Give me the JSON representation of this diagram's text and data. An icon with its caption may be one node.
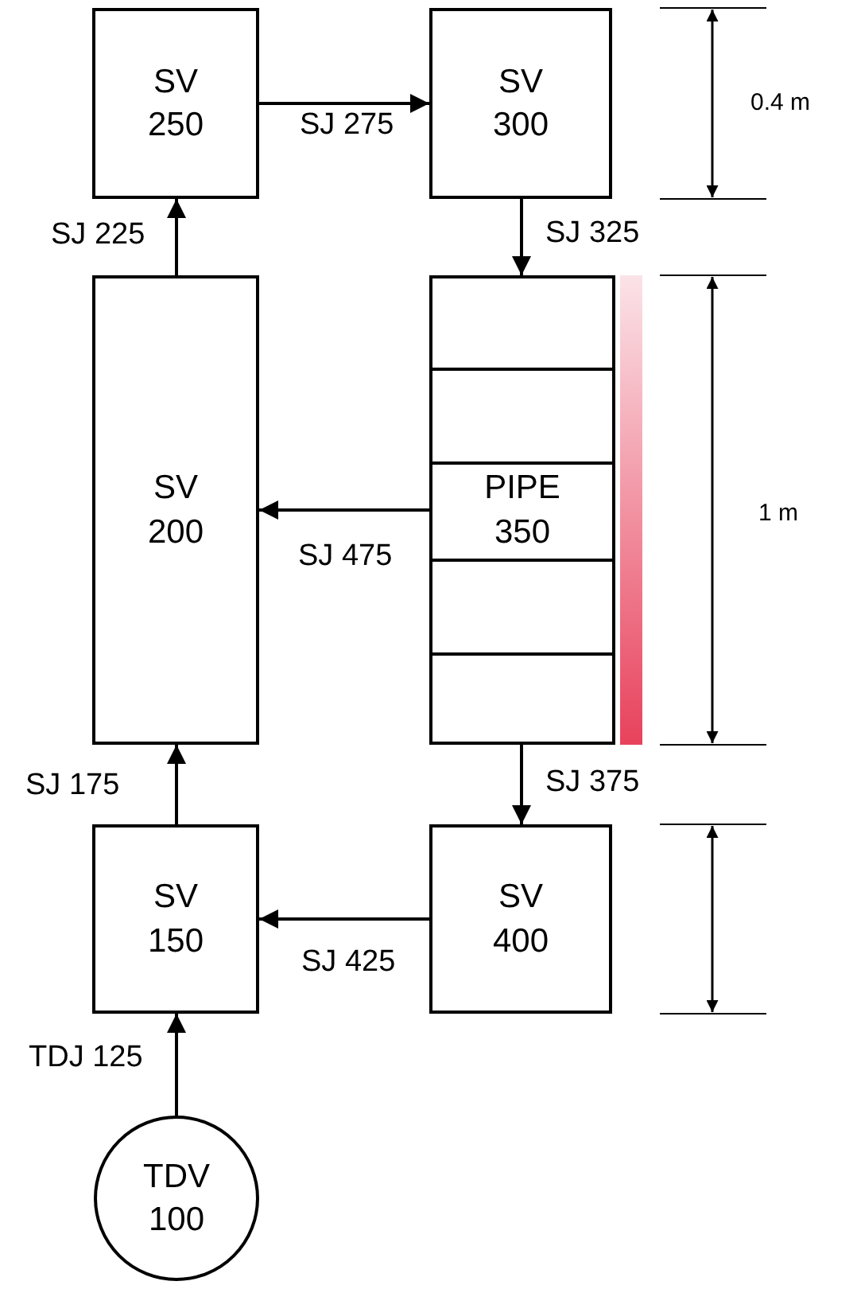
{
  "diagram": {
    "nodes": [
      {
        "text": [
          "SV 250"
        ]
      },
      {
        "text": [
          "SV 300"
        ]
      },
      {
        "text": [
          "SV 200"
        ]
      },
      {
        "text": [
          "PIPE 350"
        ]
      },
      {
        "text": [
          "SV 150"
        ]
      },
      {
        "text": [
          "SV 400"
        ]
      },
      {
        "text": [
          "TDV 100"
        ]
      },
      {
        "text": [],
        "shape": "bar"
      }
    ],
    "edges": [
      {
        "from": 0,
        "to": 1,
        "arrow": "to",
        "label": "SJ 275"
      },
      {
        "from": 2,
        "to": 0,
        "arrow": "to",
        "label": "SJ 225"
      },
      {
        "from": 1,
        "to": 3,
        "arrow": "to",
        "label": "SJ 325"
      },
      {
        "from": 3,
        "to": 2,
        "arrow": "to",
        "label": "SJ 475"
      },
      {
        "from": 3,
        "to": 5,
        "arrow": "to",
        "label": "SJ 375"
      },
      {
        "from": 5,
        "to": 4,
        "arrow": "to",
        "label": "SJ 425"
      },
      {
        "from": 4,
        "to": 2,
        "arrow": "to",
        "label": "SJ 175"
      },
      {
        "from": 6,
        "to": 4,
        "arrow": "to",
        "label": "TDJ 125"
      }
    ],
    "labels": [
      "0.4 m",
      "1 m"
    ]
  }
}
